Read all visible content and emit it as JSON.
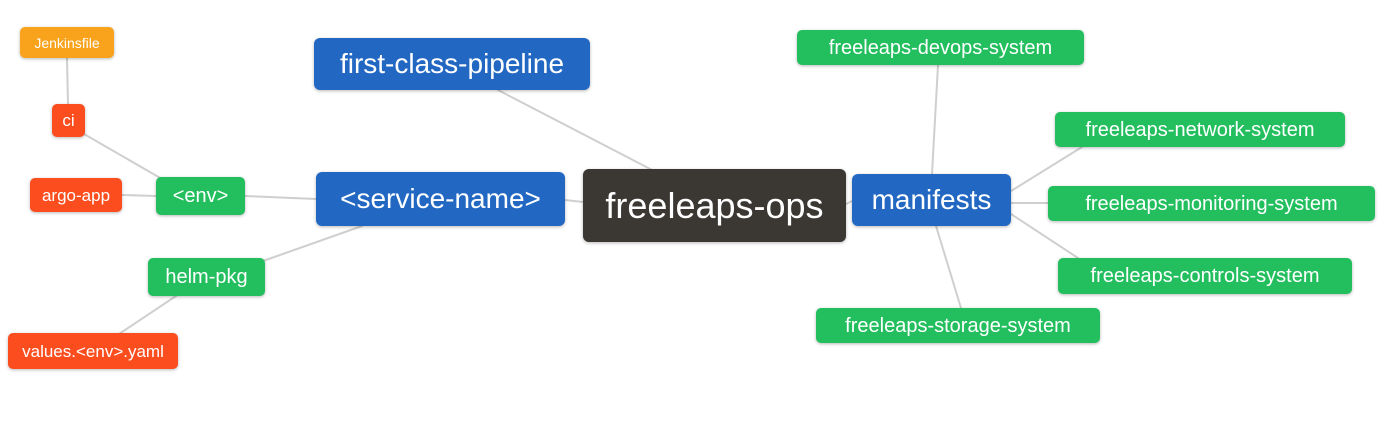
{
  "diagram": {
    "type": "mindmap",
    "root_label": "freeleaps-ops",
    "colors": {
      "blue": "#2268c3",
      "green": "#23bf5f",
      "orange": "#f9a21b",
      "red": "#fb4d1e",
      "dark": "#3b3834",
      "edge": "#cfcfcf",
      "background": "#ffffff",
      "text": "#ffffff"
    },
    "nodes": {
      "jenkinsfile": {
        "label": "Jenkinsfile",
        "color": "orange"
      },
      "ci": {
        "label": "ci",
        "color": "red"
      },
      "argo_app": {
        "label": "argo-app",
        "color": "red"
      },
      "env": {
        "label": "<env>",
        "color": "green"
      },
      "helm_pkg": {
        "label": "helm-pkg",
        "color": "green"
      },
      "values_yaml": {
        "label": "values.<env>.yaml",
        "color": "red"
      },
      "first_class_pipeline": {
        "label": "first-class-pipeline",
        "color": "blue"
      },
      "service_name": {
        "label": "<service-name>",
        "color": "blue"
      },
      "freeleaps_ops": {
        "label": "freeleaps-ops",
        "color": "dark"
      },
      "manifests": {
        "label": "manifests",
        "color": "blue"
      },
      "devops_system": {
        "label": "freeleaps-devops-system",
        "color": "green"
      },
      "network_system": {
        "label": "freeleaps-network-system",
        "color": "green"
      },
      "monitoring_system": {
        "label": "freeleaps-monitoring-system",
        "color": "green"
      },
      "controls_system": {
        "label": "freeleaps-controls-system",
        "color": "green"
      },
      "storage_system": {
        "label": "freeleaps-storage-system",
        "color": "green"
      }
    },
    "edges": [
      {
        "from": "jenkinsfile",
        "to": "ci"
      },
      {
        "from": "ci",
        "to": "env"
      },
      {
        "from": "argo_app",
        "to": "env"
      },
      {
        "from": "env",
        "to": "service_name"
      },
      {
        "from": "helm_pkg",
        "to": "service_name"
      },
      {
        "from": "helm_pkg",
        "to": "values_yaml"
      },
      {
        "from": "first_class_pipeline",
        "to": "freeleaps_ops"
      },
      {
        "from": "service_name",
        "to": "freeleaps_ops"
      },
      {
        "from": "freeleaps_ops",
        "to": "manifests"
      },
      {
        "from": "manifests",
        "to": "devops_system"
      },
      {
        "from": "manifests",
        "to": "network_system"
      },
      {
        "from": "manifests",
        "to": "monitoring_system"
      },
      {
        "from": "manifests",
        "to": "controls_system"
      },
      {
        "from": "manifests",
        "to": "storage_system"
      }
    ]
  }
}
